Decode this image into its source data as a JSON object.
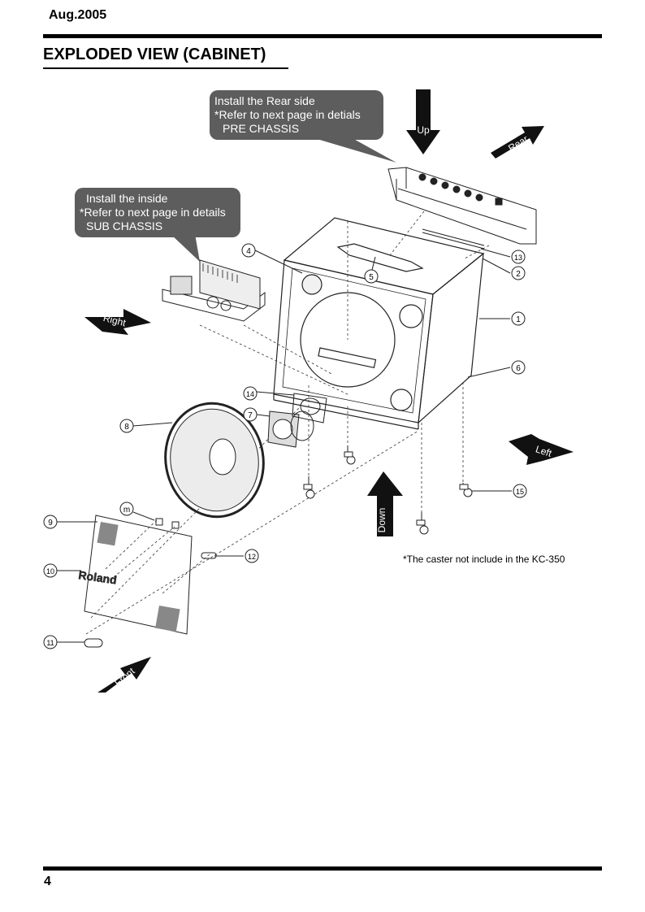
{
  "header": {
    "date": "Aug.2005"
  },
  "section": {
    "title": "EXPLODED VIEW (CABINET)"
  },
  "callouts": {
    "pre_chassis": {
      "line1": "Install the Rear side",
      "line2": "*Refer to next page in detials",
      "line3": "PRE CHASSIS"
    },
    "sub_chassis": {
      "line1": "Install the inside",
      "line2": "*Refer to next page in details",
      "line3": "SUB CHASSIS"
    }
  },
  "arrows": {
    "up": "Up",
    "rear": "Rear",
    "right": "Right",
    "left": "Left",
    "down": "Down",
    "front": "Front"
  },
  "parts": [
    "1",
    "2",
    "4",
    "5",
    "6",
    "7",
    "8",
    "9",
    "10",
    "11",
    "12",
    "13",
    "14",
    "15",
    "m"
  ],
  "logo_text": "Roland",
  "note": "*The caster not include in the KC-350",
  "footer": {
    "page_number": "4"
  }
}
